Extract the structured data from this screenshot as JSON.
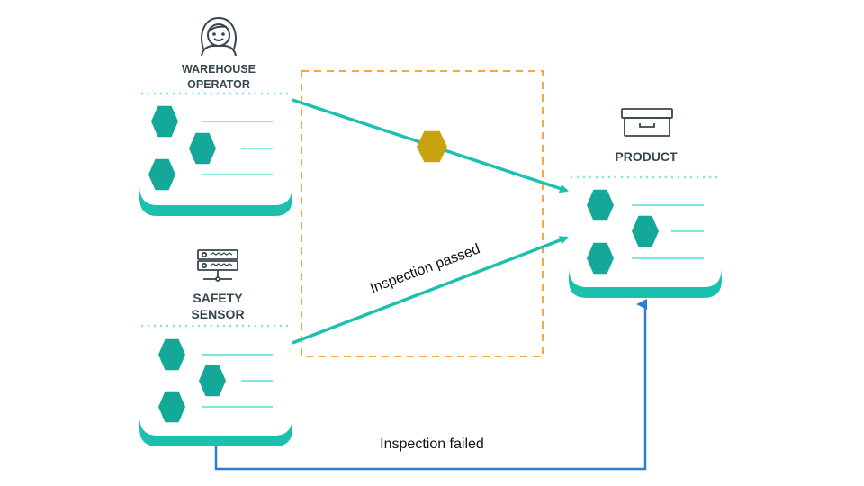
{
  "colors": {
    "teal": "#1cc1ae",
    "hex_fill": "#14a898",
    "line": "#7de8dc",
    "dashed_box": "#f5a742",
    "gold": "#c9a210",
    "blue_arrow": "#2a7fd4",
    "text_dark": "#37474f"
  },
  "nodes": {
    "warehouse_operator": {
      "label_line1": "WAREHOUSE",
      "label_line2": "OPERATOR",
      "icon": "person-icon"
    },
    "safety_sensor": {
      "label_line1": "SAFETY",
      "label_line2": "SENSOR",
      "icon": "server-icon"
    },
    "product": {
      "label": "PRODUCT",
      "icon": "box-icon"
    }
  },
  "edges": {
    "passed": {
      "label": "Inspection passed"
    },
    "failed": {
      "label": "Inspection failed"
    }
  }
}
